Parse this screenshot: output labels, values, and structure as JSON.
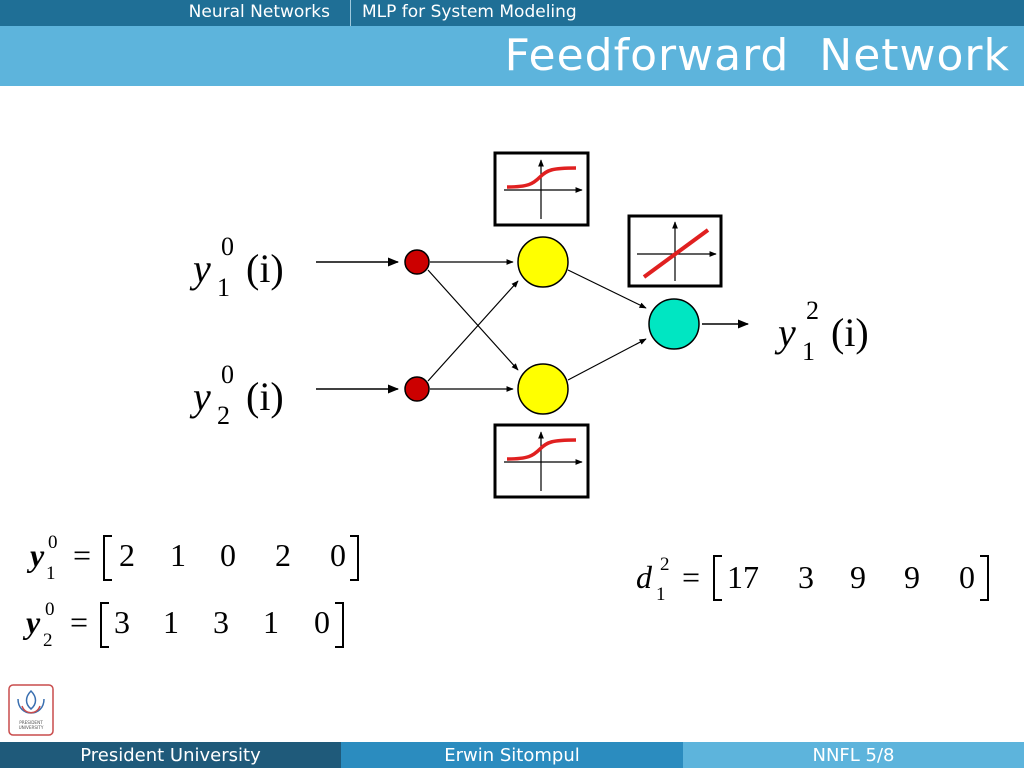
{
  "header": {
    "section_left": "Neural Networks",
    "section_right": "MLP for System Modeling",
    "title": "Feedforward  Network"
  },
  "diagram": {
    "inputs": [
      {
        "var": "y",
        "sub": "1",
        "sup": "0",
        "arg": "(i)"
      },
      {
        "var": "y",
        "sub": "2",
        "sup": "0",
        "arg": "(i)"
      }
    ],
    "output": {
      "var": "y",
      "sub": "1",
      "sup": "2",
      "arg": "(i)"
    },
    "colors": {
      "input_node": "#cc0000",
      "hidden_node": "#ffff00",
      "output_node": "#00e6c2",
      "activation_curve": "#e02020"
    },
    "activation_icons": [
      "sigmoid-activation-icon",
      "linear-activation-icon",
      "sigmoid-activation-icon"
    ]
  },
  "vectors": [
    {
      "var": "y",
      "sup": "0",
      "sub": "1",
      "eq": "=",
      "values": [
        "2",
        "1",
        "0",
        "2",
        "0"
      ]
    },
    {
      "var": "y",
      "sup": "0",
      "sub": "2",
      "eq": "=",
      "values": [
        "3",
        "1",
        "3",
        "1",
        "0"
      ]
    },
    {
      "var": "d",
      "sup": "2",
      "sub": "1",
      "eq": "=",
      "values": [
        "17",
        "3",
        "9",
        "9",
        "0"
      ]
    }
  ],
  "logo": {
    "line1": "PRESIDENT",
    "line2": "UNIVERSITY"
  },
  "footer": {
    "left": "President University",
    "center": "Erwin Sitompul",
    "right": "NNFL 5/8",
    "colors": [
      "#1f5a7a",
      "#2b8cbf",
      "#5db4dc"
    ]
  }
}
